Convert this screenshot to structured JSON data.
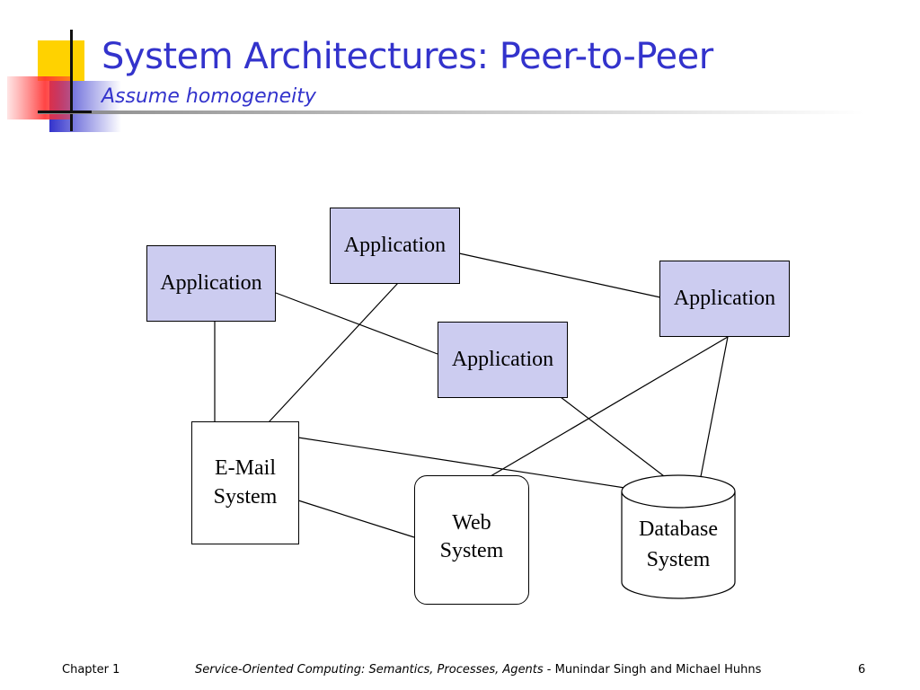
{
  "slide": {
    "title": "System Architectures: Peer-to-Peer",
    "subtitle": "Assume homogeneity"
  },
  "diagram": {
    "nodes": {
      "app_left": "Application",
      "app_top": "Application",
      "app_right": "Application",
      "app_center": "Application",
      "email_line1": "E-Mail",
      "email_line2": "System",
      "web_line1": "Web",
      "web_line2": "System",
      "db_line1": "Database",
      "db_line2": "System"
    },
    "connections": [
      [
        "app_left",
        "email"
      ],
      [
        "app_left",
        "app_center"
      ],
      [
        "app_top",
        "email"
      ],
      [
        "app_top",
        "app_right"
      ],
      [
        "app_center",
        "database"
      ],
      [
        "app_right",
        "web"
      ],
      [
        "app_right",
        "database"
      ],
      [
        "email",
        "database"
      ],
      [
        "email",
        "web"
      ]
    ]
  },
  "footer": {
    "chapter": "Chapter 1",
    "book_title": "Service-Oriented Computing: Semantics, Processes, Agents",
    "authors": " - Munindar Singh and Michael Huhns",
    "page_number": "6"
  },
  "colors": {
    "title": "#3333cc",
    "application_fill": "#ccccf0",
    "accent_yellow": "#ffd200",
    "accent_red": "#ff4040",
    "accent_blue": "#3333cc"
  }
}
